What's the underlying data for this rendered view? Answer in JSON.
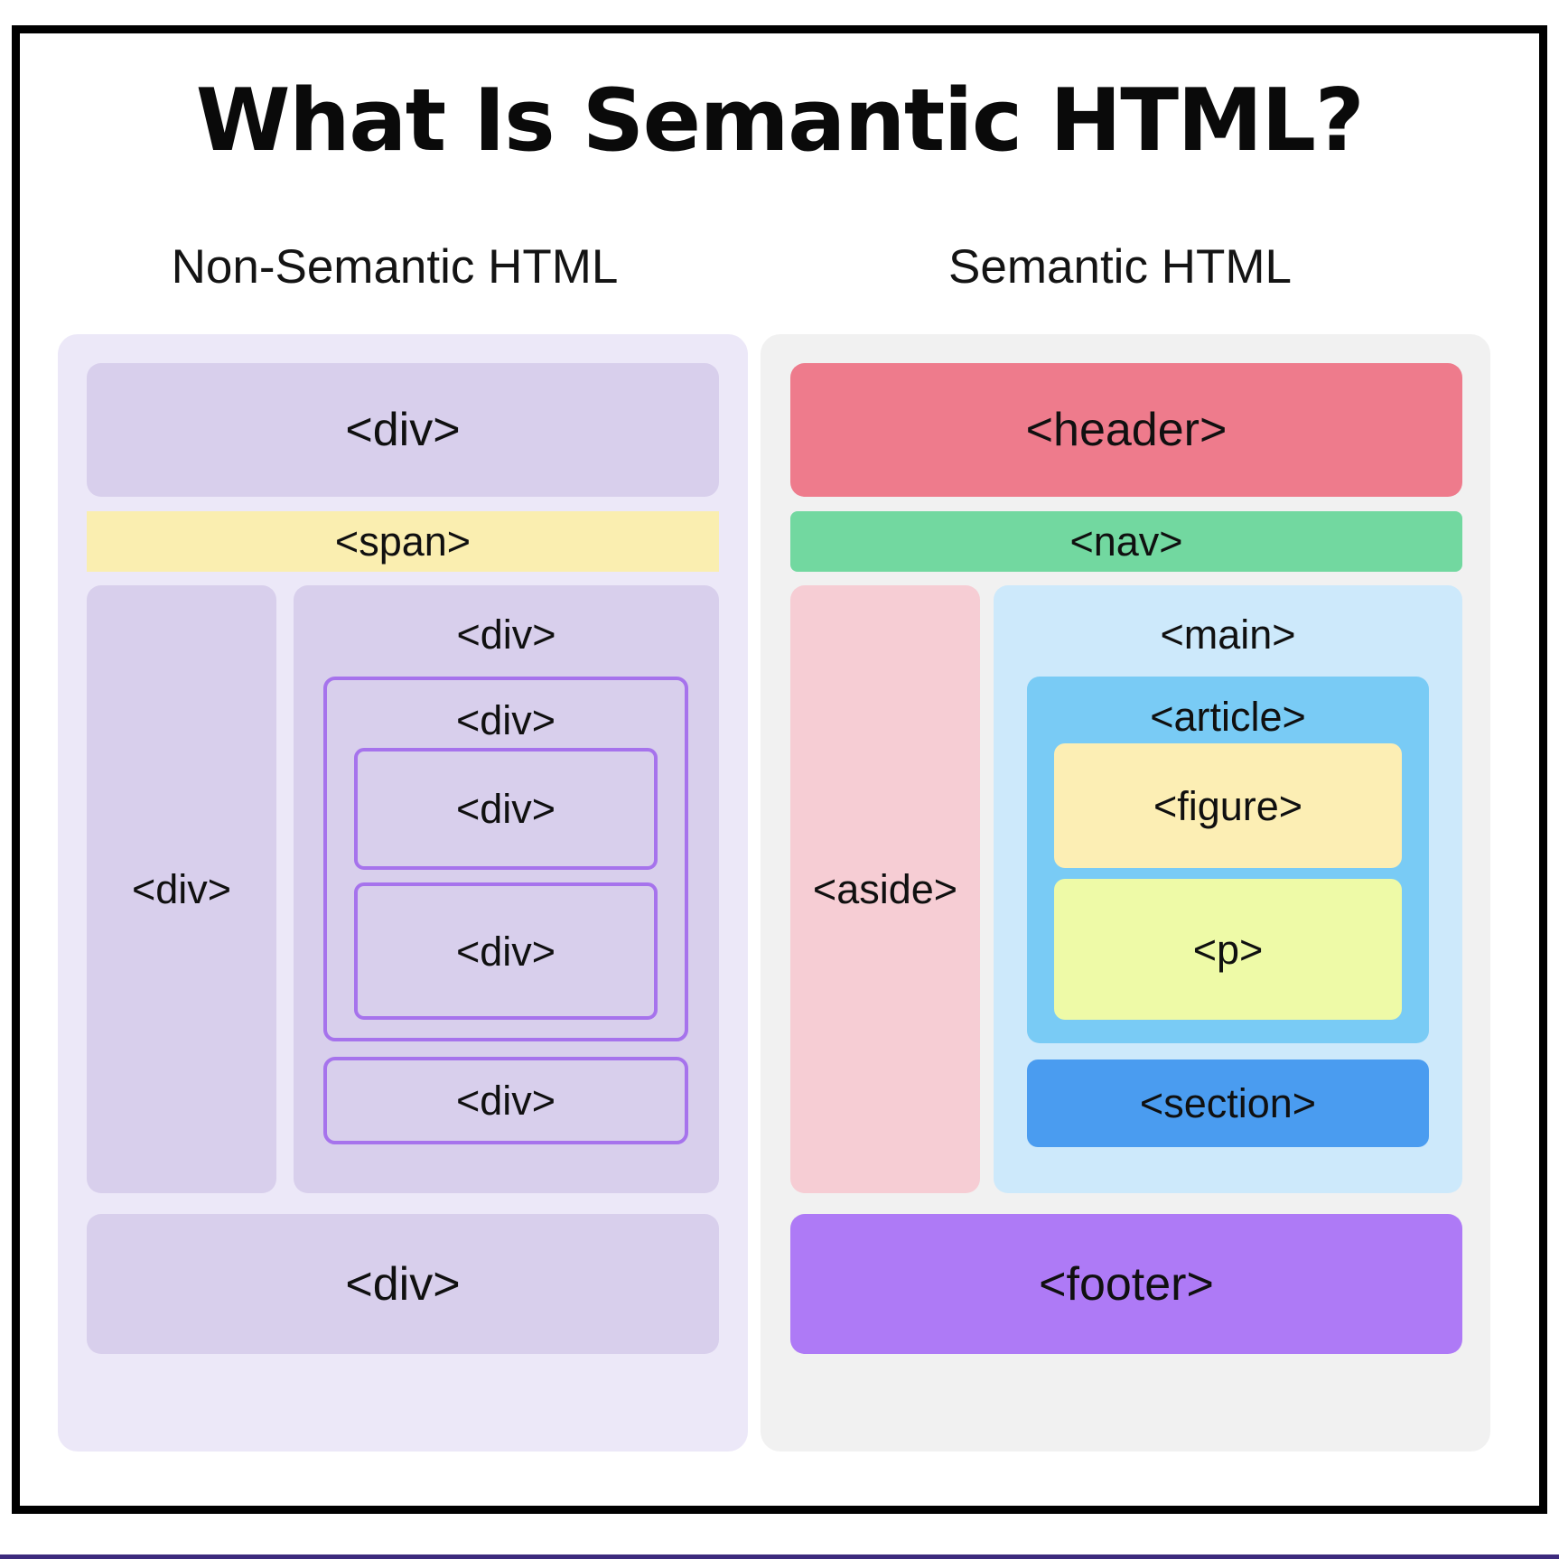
{
  "page": {
    "title": "What Is Semantic HTML?"
  },
  "columns": {
    "left_title": "Non-Semantic HTML",
    "right_title": "Semantic HTML"
  },
  "non_semantic": {
    "div_top": "<div>",
    "span": "<span>",
    "sidebar_div": "<div>",
    "content_div": "<div>",
    "nested_div_1": "<div>",
    "nested_div_2a": "<div>",
    "nested_div_2b": "<div>",
    "nested_div_3": "<div>",
    "div_bottom": "<div>"
  },
  "semantic": {
    "header": "<header>",
    "nav": "<nav>",
    "aside": "<aside>",
    "main": "<main>",
    "article": "<article>",
    "figure": "<figure>",
    "paragraph": "<p>",
    "section": "<section>",
    "footer": "<footer>"
  },
  "colors": {
    "frame_border": "#000000",
    "bottom_rule": "#3d2b7d",
    "left_panel_bg": "#ece8f8",
    "div_fill": "#d8cfec",
    "div_outline": "#a673ec",
    "span_fill": "#faeeb0",
    "right_panel_bg": "#f1f1f1",
    "header_fill": "#ee7b8c",
    "nav_fill": "#72d8a0",
    "aside_fill": "#f6cdd4",
    "main_fill": "#cde9fb",
    "article_fill": "#79cbf5",
    "figure_fill": "#fceeb4",
    "paragraph_fill": "#eefaa7",
    "section_fill": "#4a9cf0",
    "footer_fill": "#ae7af6"
  }
}
